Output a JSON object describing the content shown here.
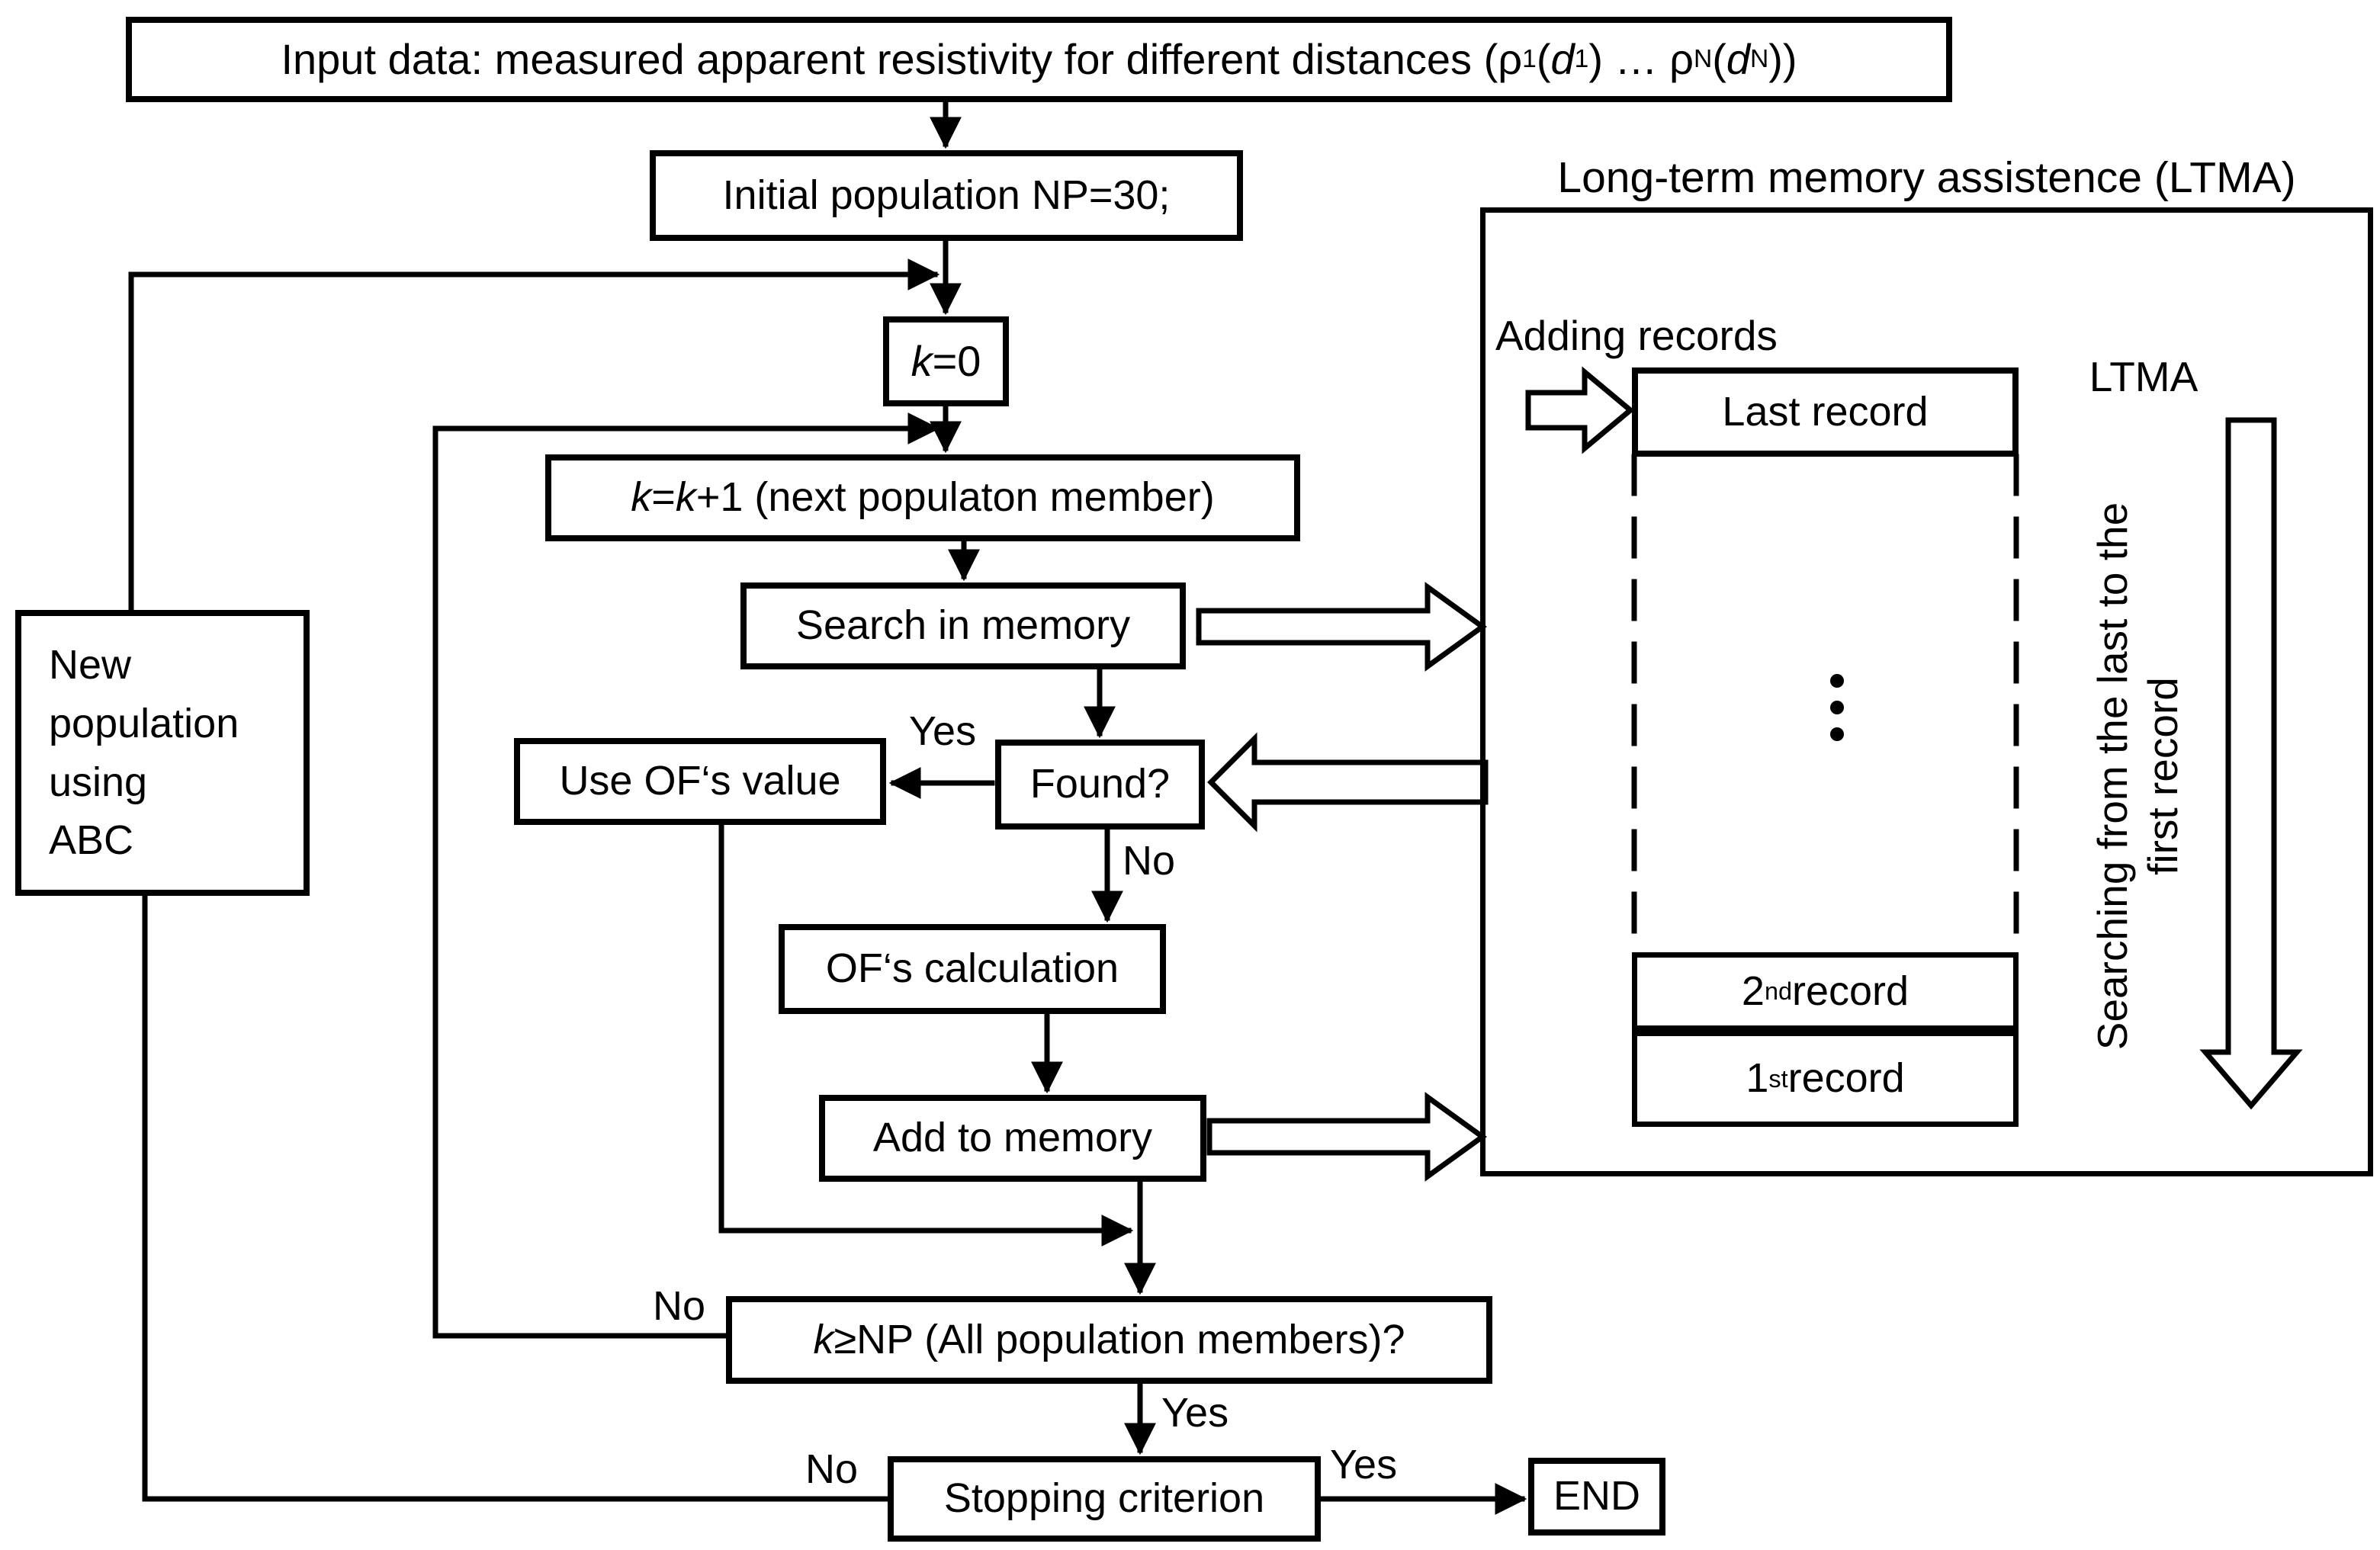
{
  "colors": {
    "ink": "#000000",
    "background": "#ffffff"
  },
  "nodes": {
    "input": {
      "html": "Input data: measured apparent resistivity for different distances (ρ<sub>1</sub>(<i>d</i><sub>1</sub>) … ρ<sub>N</sub>(<i>d</i><sub>N</sub>))"
    },
    "initial_population": {
      "text": "Initial population NP=30;"
    },
    "k0": {
      "html": "<i>k</i>=0"
    },
    "k_increment": {
      "html": "<i>k</i>=<i>k</i>+1 (next populaton member)"
    },
    "search_in_memory": {
      "text": "Search in memory"
    },
    "use_of_value": {
      "text": "Use OF‘s value"
    },
    "found": {
      "text": "Found?"
    },
    "of_calculation": {
      "text": "OF‘s calculation"
    },
    "add_to_memory": {
      "text": "Add to memory"
    },
    "all_members_check": {
      "html": "<i>k</i>≥NP (All population members)?"
    },
    "stopping_criterion": {
      "text": "Stopping criterion"
    },
    "end": {
      "text": "END"
    },
    "new_population": {
      "html": "New<br>population<br>using<br>ABC"
    }
  },
  "edge_labels": {
    "found_yes": "Yes",
    "found_no": "No",
    "all_members_no": "No",
    "all_members_yes": "Yes",
    "stopping_no": "No",
    "stopping_yes": "Yes"
  },
  "ltma": {
    "title": "Long-term memory assistence (LTMA)",
    "adding_records_label": "Adding records",
    "corner_label": "LTMA",
    "records": {
      "last": "Last record",
      "second_html": "2<sup>nd</sup> record",
      "first_html": "1<sup>st</sup> record"
    },
    "search_direction_html": "Searching from the last to the<br>first record"
  }
}
